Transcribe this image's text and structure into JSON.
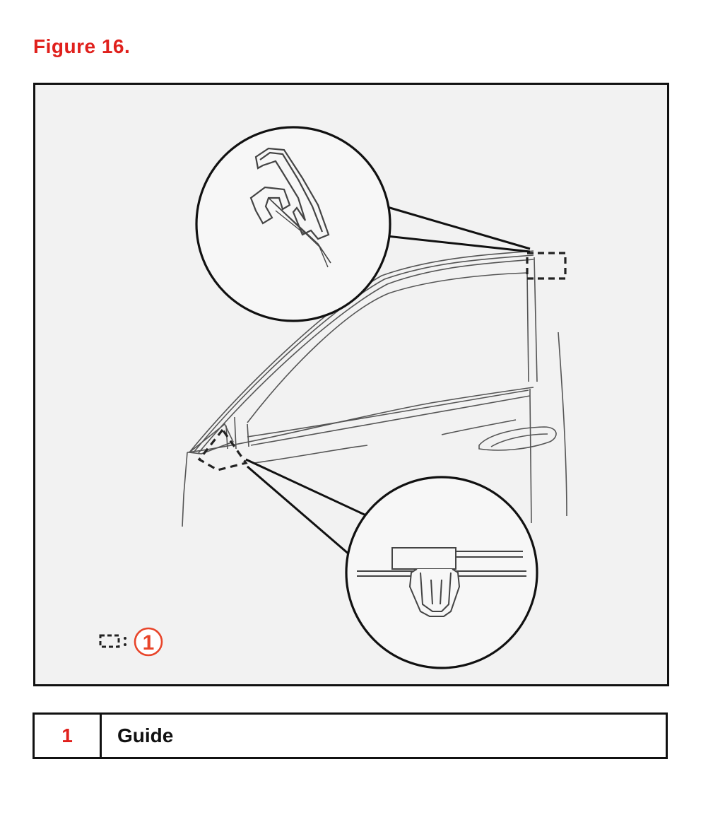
{
  "figure": {
    "title": "Figure 16."
  },
  "illustration": {
    "legend_key_number": "1",
    "callout_color": "#e8452a"
  },
  "legend": {
    "rows": [
      {
        "number": "1",
        "label": "Guide"
      }
    ]
  },
  "colors": {
    "title_red": "#e0201c",
    "border": "#111111",
    "illustration_bg": "#f2f2f2"
  }
}
